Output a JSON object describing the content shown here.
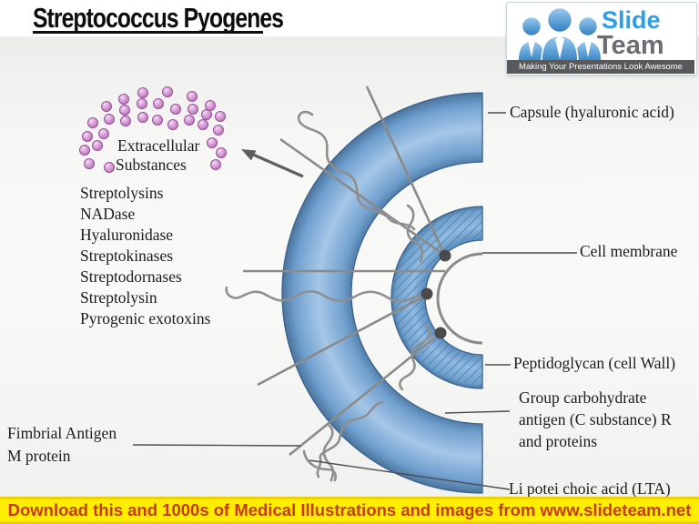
{
  "title": "Streptococcus Pyogenes",
  "logo": {
    "slide": "Slide",
    "team": "Team",
    "tagline": "Making Your Presentations Look Awesome",
    "people_icon": "three-people-with-ties-icon"
  },
  "diagram": {
    "extracellular": {
      "line1": "Extracellular",
      "line2": "Substances"
    },
    "substances_list": [
      "Streptolysins",
      "NADase",
      "Hyaluronidase",
      "Streptokinases",
      "Streptodornases",
      "Streptolysin",
      "Pyrogenic exotoxins"
    ],
    "labels": {
      "capsule": "Capsule (hyaluronic acid)",
      "cell_membrane": "Cell membrane",
      "peptidoglycan": "Peptidoglycan (cell Wall)",
      "group_carbohydrate_line1": "Group carbohydrate",
      "group_carbohydrate_line2": "antigen (C substance) R",
      "group_carbohydrate_line3": "and proteins",
      "lta": "Li potei choic acid (LTA)",
      "fimbrial_antigen": "Fimbrial Antigen",
      "m_protein": "M protein"
    },
    "colors": {
      "cell_blue_mid": "#9fc2e4",
      "cell_blue_edge": "#4a7aa8",
      "cell_outline": "#3a608c",
      "line_gray": "#8a8a8a",
      "dot_dark": "#4a4a4a",
      "substance_pink": "#d9a3d9",
      "substance_border": "#9b4f9b"
    }
  },
  "banner": {
    "text": "Download this and 1000s of Medical Illustrations and images from www.slideteam.net",
    "bg_color": "#ffee00",
    "text_color": "#c63a1a"
  }
}
